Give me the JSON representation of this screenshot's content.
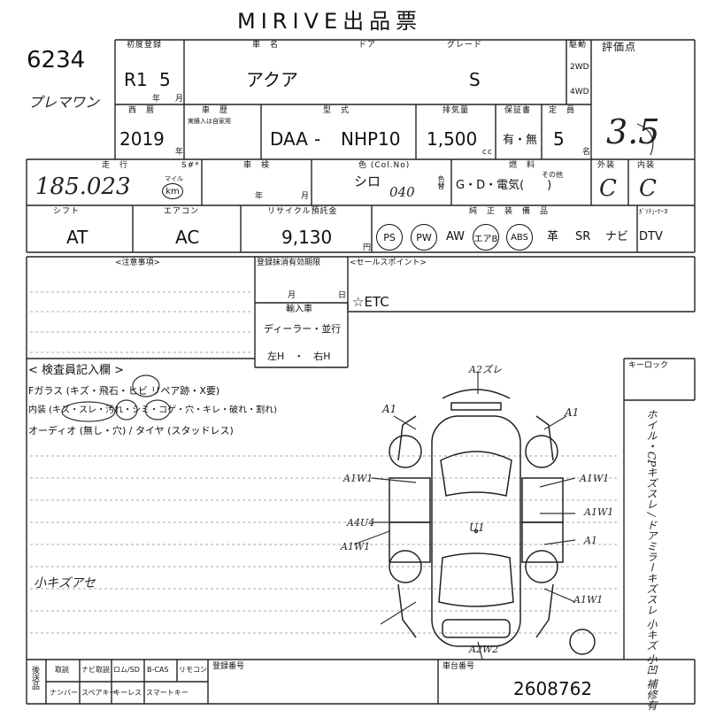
{
  "title": "MIRIVE出品票",
  "lot_number": "6234",
  "model_handwritten": "プレマワン",
  "labels": {
    "first_reg": "初度登録",
    "car_name": "車　名",
    "door": "ドア",
    "grade": "グレード",
    "drive": "駆動",
    "evaluation": "評価点",
    "era": "西　暦",
    "year_type": "車　歴",
    "year_type_sub": "実績入は自家用",
    "model": "型　式",
    "displacement": "排気量",
    "warranty": "保証書",
    "capacity": "定　員",
    "mileage": "走　行",
    "meter": "S#*",
    "inspection": "車　検",
    "color": "色 (Col.No)",
    "fuel": "燃　料",
    "exterior": "外装",
    "interior": "内装",
    "shift": "シフト",
    "aircon": "エアコン",
    "recycle": "リサイクル預託金",
    "genuine_equipment": "純　正　装　備　品",
    "tuner": "ｶﾞｿﾁｭｰﾅｰ3",
    "notes": "<注意事項>",
    "reg_expiry": "登録抹消有効期限",
    "sales_point": "<セールスポイント>",
    "import_car": "輸入車",
    "inspector": "< 検査員記入欄 >",
    "keylock": "キーロック",
    "later_delivery": "後送品",
    "reg_number": "登録番号",
    "chassis_number": "車台番号",
    "year_mark": "年",
    "month_mark": "月",
    "day_mark": "日",
    "cc_mark": "cc",
    "person_mark": "名",
    "yen_mark": "円",
    "km_mark": "km",
    "mile_mark": "マイル",
    "color_change": "色替",
    "fuel_other": "その他"
  },
  "values": {
    "era_year": "R1",
    "month": "5",
    "car_name": "アクア",
    "grade": "S",
    "drive_options": [
      "2WD",
      "4WD"
    ],
    "year": "2019",
    "model_prefix": "DAA",
    "model_dash": "-",
    "model_code": "NHP10",
    "displacement": "1,500",
    "warranty": "有・無",
    "capacity": "5",
    "evaluation_score": "3.5",
    "mileage": "185.023",
    "inspection_year": "年",
    "inspection_month": "月",
    "color": "シロ",
    "color_no": "040",
    "fuel": "G・D・電気(　　)",
    "exterior_grade": "C",
    "interior_grade": "C",
    "shift": "AT",
    "aircon": "AC",
    "recycle": "9,130",
    "equipment": [
      "PS",
      "PW",
      "AW",
      "エアB",
      "ABS",
      "革",
      "SR",
      "ナビ",
      "DTV"
    ],
    "sales_point": "☆ETC",
    "import_dealer": "ディーラー・並行",
    "import_handle": "左H　・　右H",
    "reg_month": "月",
    "reg_day": "日",
    "chassis_number": "2608762"
  },
  "inspection_lines": [
    "Fガラス (キズ・飛石・ヒビ リペア跡・X要)",
    "内装 (キズ・スレ・汚れ・シミ・コゲ・穴・キレ・破れ・割れ)",
    "オーディオ (無し・穴) / タイヤ (スタッドレス)"
  ],
  "inspection_handwritten": "小キズアセ",
  "side_notes": "ホイル・CPキズスレ / ドアミラーキズスレ 小キズ 小凹 補修有",
  "diagram_marks": [
    "A2ズレ",
    "A1",
    "A1",
    "A1W1",
    "A1W1",
    "A4U4",
    "A1W1",
    "U1",
    "A1",
    "A1W1",
    "A1W1",
    "A2W2"
  ],
  "later_items_row1": [
    "取説",
    "ナビ取説",
    "ロム/SD",
    "B-CAS",
    "リモコン"
  ],
  "later_items_row2": [
    "ナンバー",
    "スペアキー",
    "キーレス",
    "スマートキー"
  ]
}
